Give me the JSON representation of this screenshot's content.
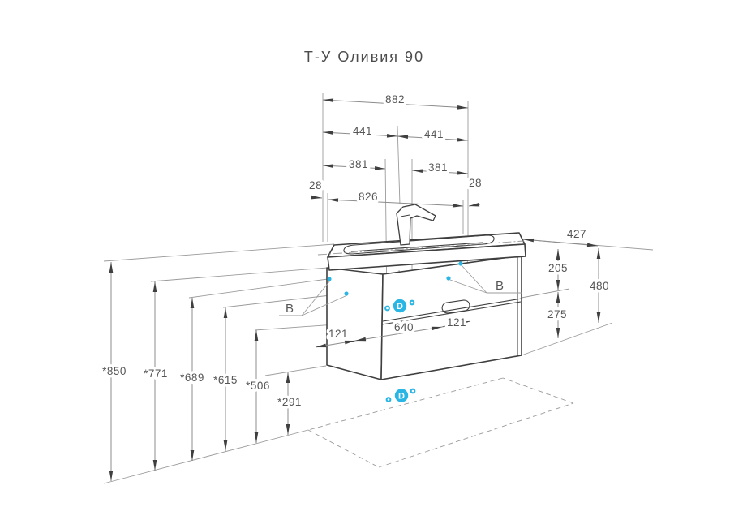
{
  "title": "Т-У Оливия 90",
  "colors": {
    "accent": "#29b6e4",
    "object_line": "#3f3f3f",
    "dim_line": "#8c8c8c",
    "text": "#565656"
  },
  "dims_top": {
    "overall": "882",
    "left_half": "441",
    "right_half": "441",
    "left_offset": "381",
    "right_offset": "381",
    "left_edge": "28",
    "holes_span": "826",
    "right_edge": "28"
  },
  "dims_right": {
    "depth": "427",
    "upper": "205",
    "height": "480",
    "lower": "275"
  },
  "dims_front": {
    "left_inset": "121",
    "center_span": "640",
    "right_inset": "121"
  },
  "dims_height": {
    "h1": "*850",
    "h2": "*771",
    "h3": "*689",
    "h4": "*615",
    "h5": "*506",
    "h6": "*291"
  },
  "labels": {
    "fixing": "B",
    "drain": "D"
  }
}
